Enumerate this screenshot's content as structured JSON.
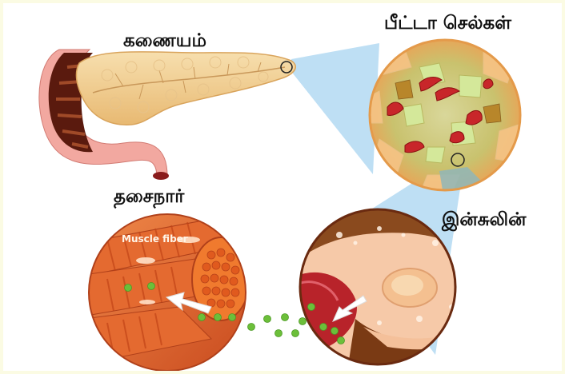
{
  "labels": {
    "pancreas": "கணையம்",
    "beta_cells": "பீட்டா செல்கள்",
    "muscle": "தசைநார்",
    "insulin": "இன்சுலின்",
    "muscle_fiber": "Muscle fiber"
  },
  "colors": {
    "background": "#fbfbe3",
    "pancreas": "#f4d39a",
    "intestine": "#f2a8a0",
    "intestine_dark": "#5a1a0e",
    "zoom_beam": "#a8d4f0",
    "muscle": "#e8672c",
    "blood_vessel": "#b8232a",
    "insulin_dots": "#6cbf3a"
  },
  "icons": [
    "zoom-circle-icon",
    "arrow-icon"
  ]
}
